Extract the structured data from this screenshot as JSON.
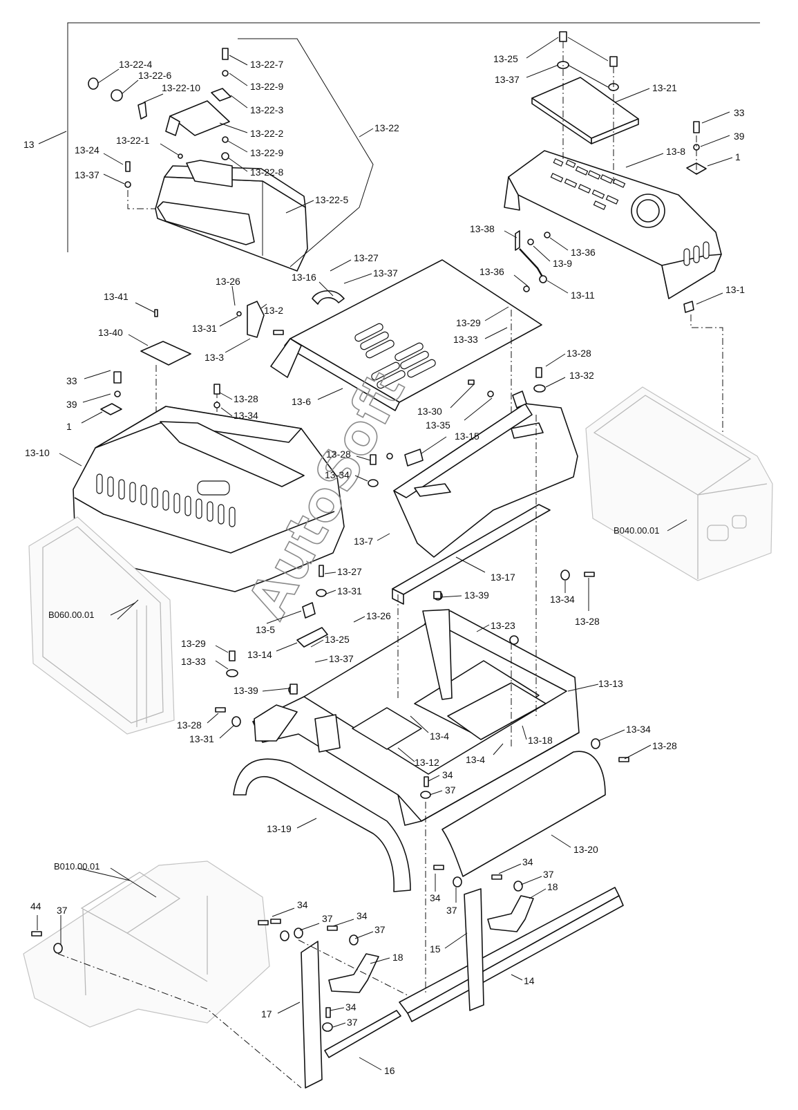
{
  "watermark": "AutoSoft",
  "labels": {
    "l13": "13",
    "l13_22_4": "13-22-4",
    "l13_22_6": "13-22-6",
    "l13_22_10": "13-22-10",
    "l13_22_7": "13-22-7",
    "l13_22_9a": "13-22-9",
    "l13_22_3": "13-22-3",
    "l13_22_2": "13-22-2",
    "l13_22_9b": "13-22-9",
    "l13_22_8": "13-22-8",
    "l13_22_1": "13-22-1",
    "l13_22_5": "13-22-5",
    "l13_22": "13-22",
    "l13_24": "13-24",
    "l13_37a": "13-37",
    "l13_25a": "13-25",
    "l13_37b": "13-37",
    "l13_21": "13-21",
    "l33a": "33",
    "l39a": "39",
    "l1a": "1",
    "l13_8": "13-8",
    "l13_38": "13-38",
    "l13_36a": "13-36",
    "l13_9": "13-9",
    "l13_36b": "13-36",
    "l13_11": "13-11",
    "l13_1": "13-1",
    "l13_27a": "13-27",
    "l13_37c": "13-37",
    "l13_16": "13-16",
    "l13_26a": "13-26",
    "l13_2": "13-2",
    "l13_31a": "13-31",
    "l13_3": "13-3",
    "l13_41": "13-41",
    "l13_40": "13-40",
    "l13_29a": "13-29",
    "l13_33a": "13-33",
    "l13_6": "13-6",
    "l13_28a": "13-28",
    "l13_32": "13-32",
    "l33b": "33",
    "l39b": "39",
    "l1b": "1",
    "l13_28b": "13-28",
    "l13_34a": "13-34",
    "l13_30": "13-30",
    "l13_35": "13-35",
    "l13_15": "13-15",
    "l13_10": "13-10",
    "l13_28c": "13-28",
    "l13_34b": "13-34",
    "lB040": "B040.00.01",
    "l13_7": "13-7",
    "l13_17": "13-17",
    "l13_27b": "13-27",
    "l13_31b": "13-31",
    "l13_34c": "13-34",
    "l13_28d": "13-28",
    "lB060": "B060.00.01",
    "l13_39a": "13-39",
    "l13_5": "13-5",
    "l13_26b": "13-26",
    "l13_23": "13-23",
    "l13_14": "13-14",
    "l13_25b": "13-25",
    "l13_37d": "13-37",
    "l13_29b": "13-29",
    "l13_33b": "13-33",
    "l13_39b": "13-39",
    "l13_13": "13-13",
    "l13_28e": "13-28",
    "l13_31c": "13-31",
    "l13_4a": "13-4",
    "l13_18": "13-18",
    "l13_34d": "13-34",
    "l13_28f": "13-28",
    "l13_4b": "13-4",
    "l13_12": "13-12",
    "l34a": "34",
    "l37a": "37",
    "l13_19": "13-19",
    "l13_20": "13-20",
    "lB010": "B010.00.01",
    "l34b": "34",
    "l37b": "37",
    "l18a": "18",
    "l34c": "34",
    "l37c": "37",
    "l44": "44",
    "l37d": "37",
    "l34d": "34",
    "l37e": "37",
    "l34e": "34",
    "l37f": "37",
    "l18b": "18",
    "l15": "15",
    "l14": "14",
    "l17": "17",
    "l34f": "34",
    "l37g": "37",
    "l16": "16"
  }
}
